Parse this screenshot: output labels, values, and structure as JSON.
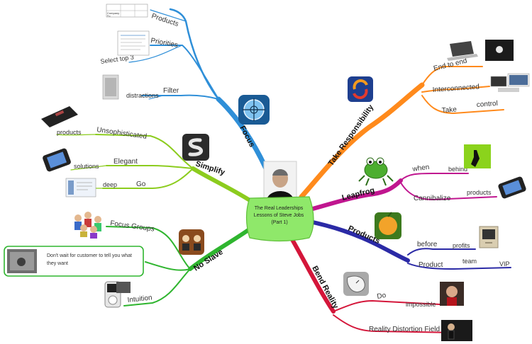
{
  "colors": {
    "focus": "#2f8fd8",
    "simplify": "#8ccc1e",
    "no_slave": "#2fb52f",
    "take_responsibility": "#ff8a1c",
    "leapfrog": "#c0168f",
    "products": "#2b2aa6",
    "bend_reality": "#d4163a",
    "center_fill": "#8fe86a"
  },
  "center": {
    "lines": [
      "The Real Leaderships",
      "Lessons of Steve Jobs",
      "(Part 1)"
    ]
  },
  "branches": {
    "focus": {
      "label": "Focus",
      "products": "Products",
      "priorities": "Priorities",
      "select_top": "Select top 3",
      "filter": "Filter",
      "distractions": "distractions"
    },
    "simplify": {
      "label": "Simplify",
      "unsophisticated": "Unsophisticated",
      "products": "products",
      "elegant": "Elegant",
      "solutions": "solutions",
      "go": "Go",
      "deep": "deep"
    },
    "no_slave": {
      "label": "No Slave",
      "focus_groups": "Focus Groups",
      "quote": [
        "Don't wait for customer to tell you what",
        "they want"
      ],
      "intuition": "Intuition"
    },
    "take_responsibility": {
      "label": "Take Responsibility",
      "end_to_end": "End to end",
      "interconnected": "Interconnected",
      "take": "Take",
      "control": "control"
    },
    "leapfrog": {
      "label": "Leapfrog",
      "when": "when",
      "behind": "behind",
      "cannibalize": "Cannibalize",
      "products": "products"
    },
    "products": {
      "label": "Products",
      "before": "before",
      "profits": "profits",
      "product": "Product",
      "team": "team",
      "vip": "VIP"
    },
    "bend_reality": {
      "label": "Bend Reality",
      "do": "Do",
      "impossible": "impossible",
      "rdf": "Reality Distortion Field"
    }
  },
  "icons": {
    "focus": "crosshair-icon",
    "simplify": "simplify-s-icon",
    "no_slave": "group-icon",
    "take_responsibility": "circular-arrows-icon",
    "leapfrog": "frog-icon",
    "products": "orange-icon",
    "bend_reality": "melting-clock-icon"
  },
  "thumbnails": {
    "focus_products": [
      "Company",
      "Pro"
    ]
  }
}
